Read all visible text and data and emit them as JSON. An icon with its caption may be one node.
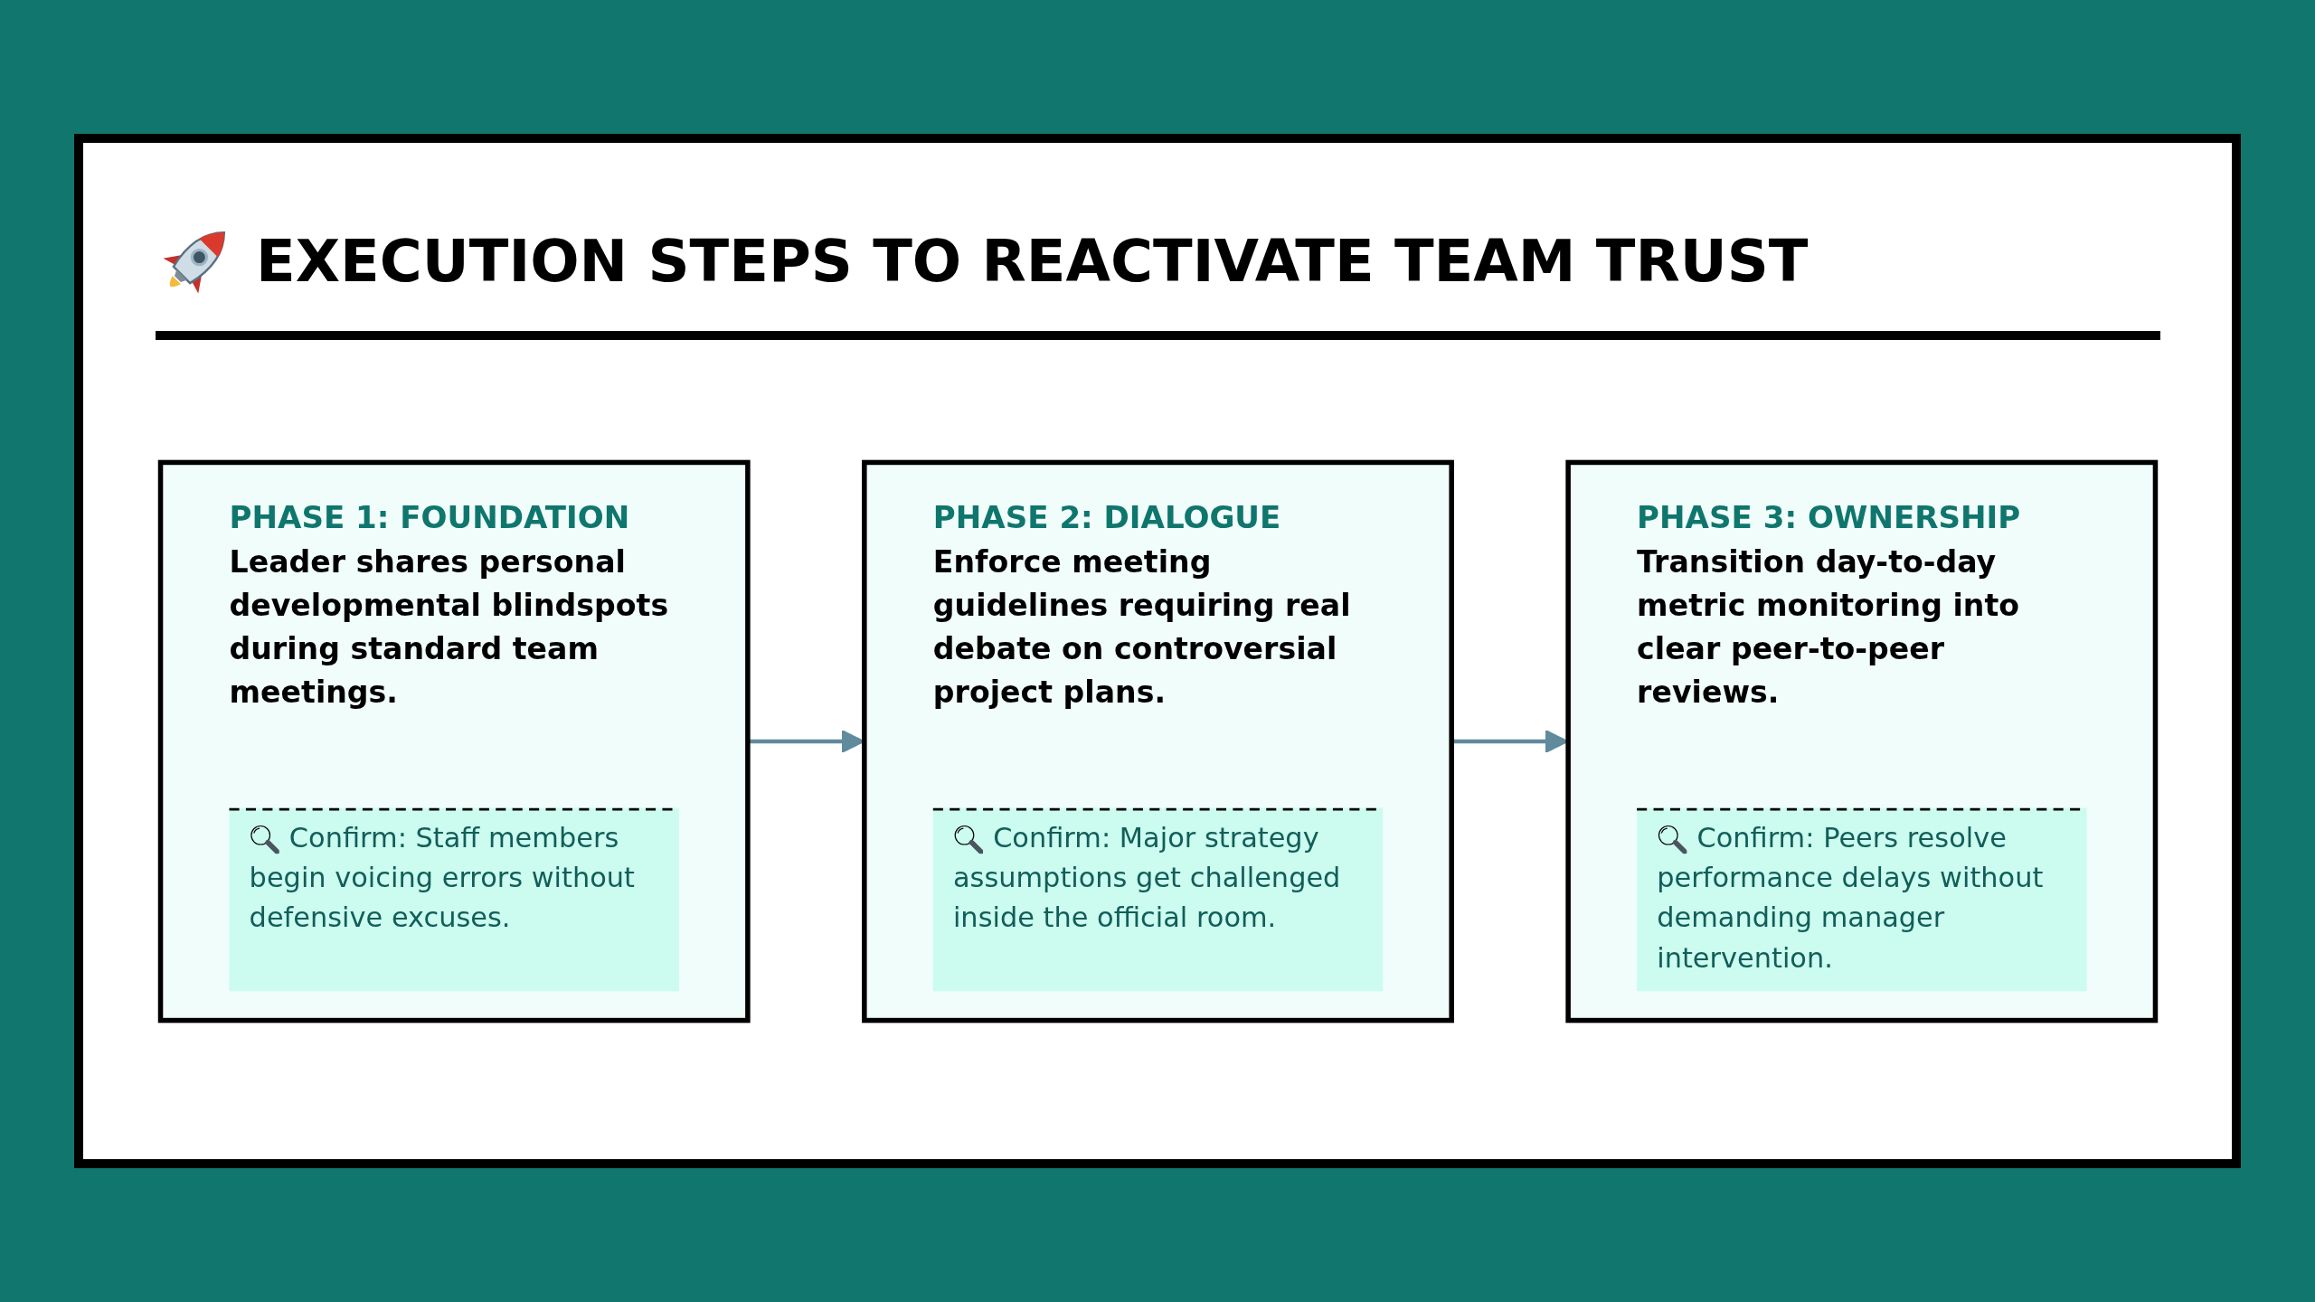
{
  "diagram": {
    "title": "EXECUTION STEPS TO REACTIVATE TEAM TRUST",
    "nodes": [
      {
        "text": [
          "PHASE 1: FOUNDATION",
          "Leader shares personal developmental blindspots during standard team meetings."
        ]
      },
      {
        "text": [
          "Confirm: Staff members begin voicing errors without defensive excuses."
        ],
        "in": 0
      },
      {
        "text": [
          "PHASE 2: DIALOGUE",
          "Enforce meeting guidelines requiring real debate on controversial project plans."
        ]
      },
      {
        "text": [
          "Confirm: Major strategy assumptions get challenged inside the official room."
        ],
        "in": 2
      },
      {
        "text": [
          "PHASE 3: OWNERSHIP",
          "Transition day-to-day metric monitoring into clear peer-to-peer reviews."
        ]
      },
      {
        "text": [
          "Confirm: Peers resolve performance delays without demanding manager intervention."
        ],
        "in": 4
      }
    ],
    "edges": [
      {
        "from": 0,
        "to": 2,
        "arrow": "to"
      },
      {
        "from": 2,
        "to": 4,
        "arrow": "to"
      }
    ]
  }
}
